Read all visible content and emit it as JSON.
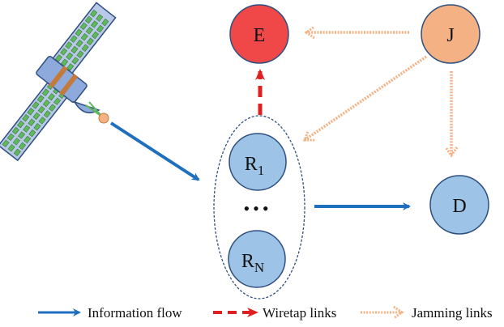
{
  "nodes": {
    "eavesdropper": {
      "label": "E",
      "color": "#f04848"
    },
    "jammer": {
      "label": "J",
      "color": "#f4b183"
    },
    "destination": {
      "label": "D",
      "color": "#9dc3e6"
    },
    "relay_first": {
      "label": "R",
      "subscript": "1",
      "color": "#9dc3e6"
    },
    "relay_last": {
      "label": "R",
      "subscript": "N",
      "color": "#9dc3e6"
    }
  },
  "satellite": {
    "icon": "satellite-icon"
  },
  "relay_group": {
    "ellipsis": "•••"
  },
  "legend": {
    "information_flow": "Information flow",
    "wiretap_links": "Wiretap links",
    "jamming_links": "Jamming links"
  },
  "colors": {
    "information": "#1f6fbf",
    "wiretap": "#e02020",
    "jamming": "#f4b183",
    "node_stroke": "#2f4f7f",
    "panel_blue": "#b8c8e8",
    "panel_cell": "#5fb85a",
    "body": "#8ea9db",
    "band": "#c47a3a"
  }
}
